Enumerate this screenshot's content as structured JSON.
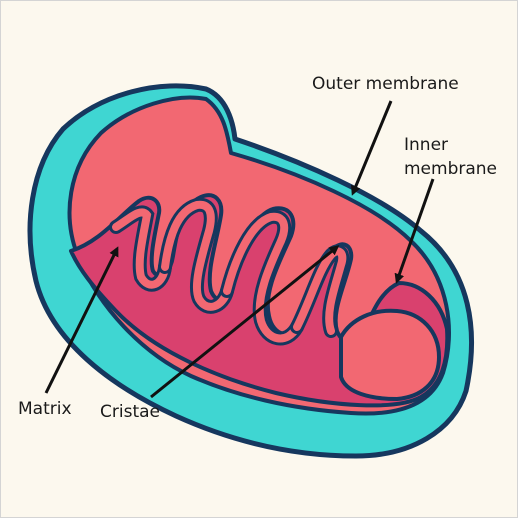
{
  "labels": {
    "outer_membrane": "Outer membrane",
    "inner_membrane_line1": "Inner",
    "inner_membrane_line2": "membrane",
    "matrix": "Matrix",
    "cristae": "Cristae"
  },
  "colors": {
    "background": "#fcf8ee",
    "outer_membrane": "#3fd6d2",
    "outline": "#16375e",
    "inner_membrane": "#f26872",
    "cristae_fold": "#d9416e",
    "text": "#1a1a1a"
  }
}
